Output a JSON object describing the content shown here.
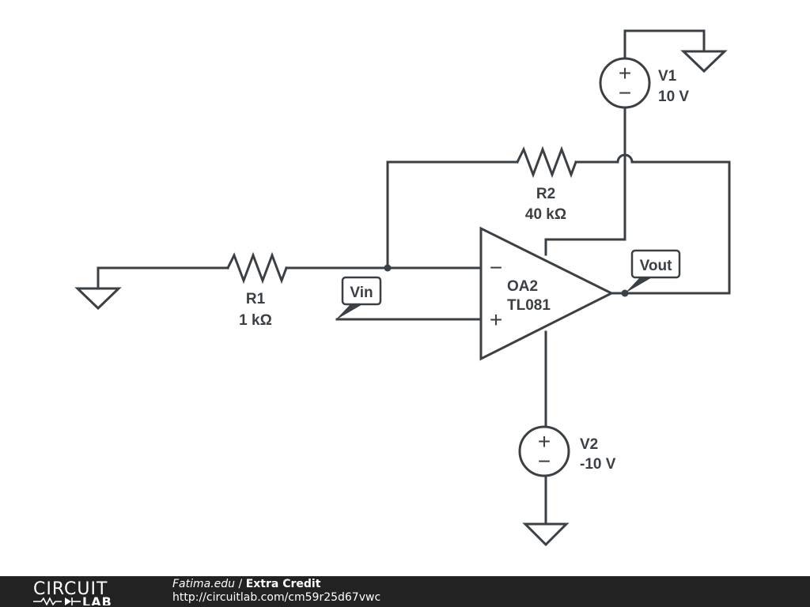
{
  "components": {
    "v1": {
      "name": "V1",
      "value": "10 V",
      "plus": "+",
      "minus": "−"
    },
    "v2": {
      "name": "V2",
      "value": "-10 V",
      "plus": "+",
      "minus": "−"
    },
    "r1": {
      "name": "R1",
      "value": "1 kΩ"
    },
    "r2": {
      "name": "R2",
      "value": "40 kΩ"
    },
    "opamp": {
      "name": "OA2",
      "model": "TL081",
      "inv": "−",
      "noninv": "+"
    }
  },
  "nets": {
    "vin": "Vin",
    "vout": "Vout"
  },
  "footer": {
    "logo_top": "CIRCUIT",
    "logo_bottom": "LAB",
    "user": "Fatima.edu",
    "separator": " / ",
    "project": "Extra Credit",
    "url": "http://circuitlab.com/cm59r25d67vwc"
  }
}
